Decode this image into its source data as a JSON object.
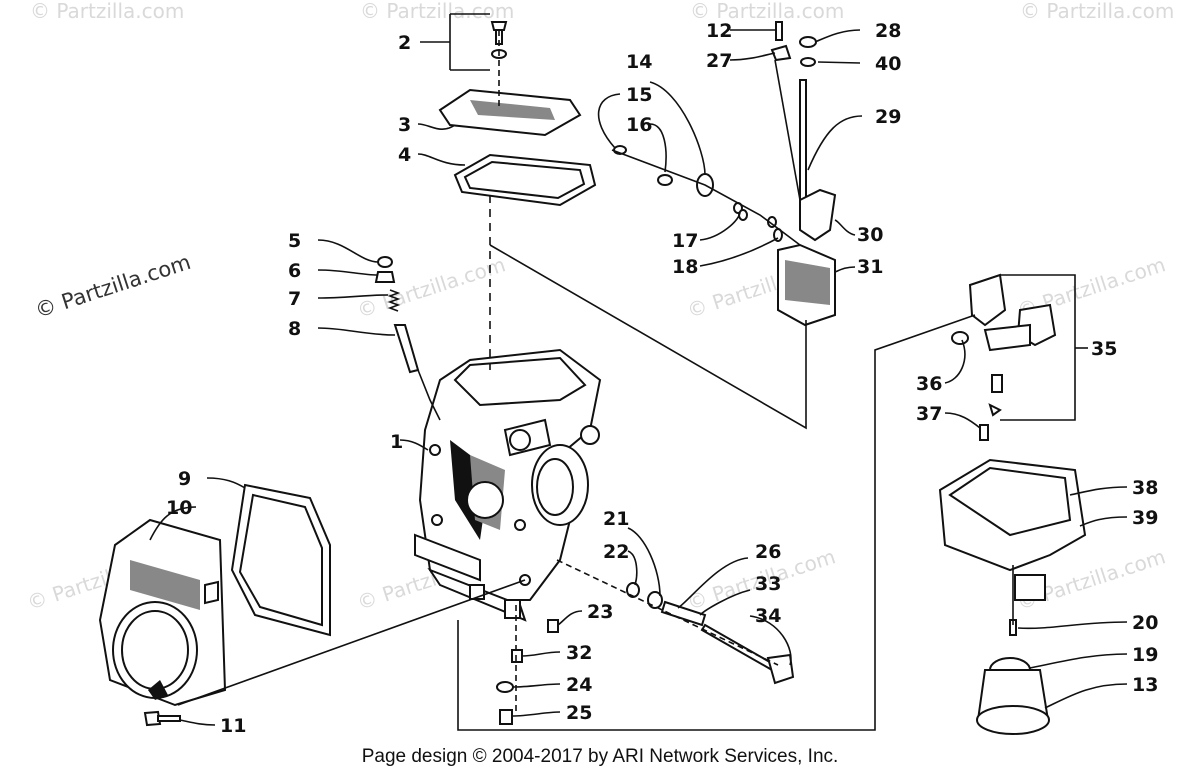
{
  "watermark_main": "© Partzilla.com",
  "watermark_faint": "© Partzilla.com",
  "footer": "Page design © 2004-2017 by ARI Network Services, Inc.",
  "callouts": [
    "1",
    "2",
    "3",
    "4",
    "5",
    "6",
    "7",
    "8",
    "9",
    "10",
    "11",
    "12",
    "13",
    "14",
    "15",
    "16",
    "17",
    "18",
    "19",
    "20",
    "21",
    "22",
    "23",
    "24",
    "25",
    "26",
    "27",
    "28",
    "29",
    "30",
    "31",
    "32",
    "33",
    "34",
    "35",
    "36",
    "37",
    "38",
    "39",
    "40"
  ]
}
